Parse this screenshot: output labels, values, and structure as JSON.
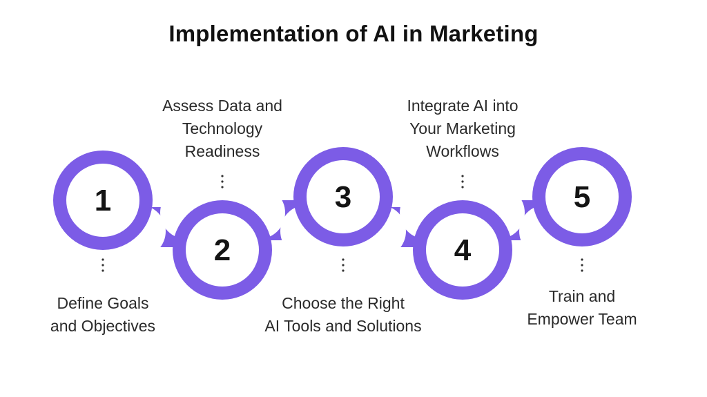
{
  "title": "Implementation of AI in Marketing",
  "colors": {
    "accent": "#7c5ce6",
    "circle_fill": "#ffffff",
    "number": "#141414"
  },
  "steps": [
    {
      "number": "1",
      "label": "Define Goals\nand Objectives",
      "label_position": "below"
    },
    {
      "number": "2",
      "label": "Assess Data and\nTechnology\nReadiness",
      "label_position": "above"
    },
    {
      "number": "3",
      "label": "Choose the Right\nAI Tools and Solutions",
      "label_position": "below"
    },
    {
      "number": "4",
      "label": "Integrate AI into\nYour Marketing\nWorkflows",
      "label_position": "above"
    },
    {
      "number": "5",
      "label": "Train and\nEmpower Team",
      "label_position": "below"
    }
  ]
}
